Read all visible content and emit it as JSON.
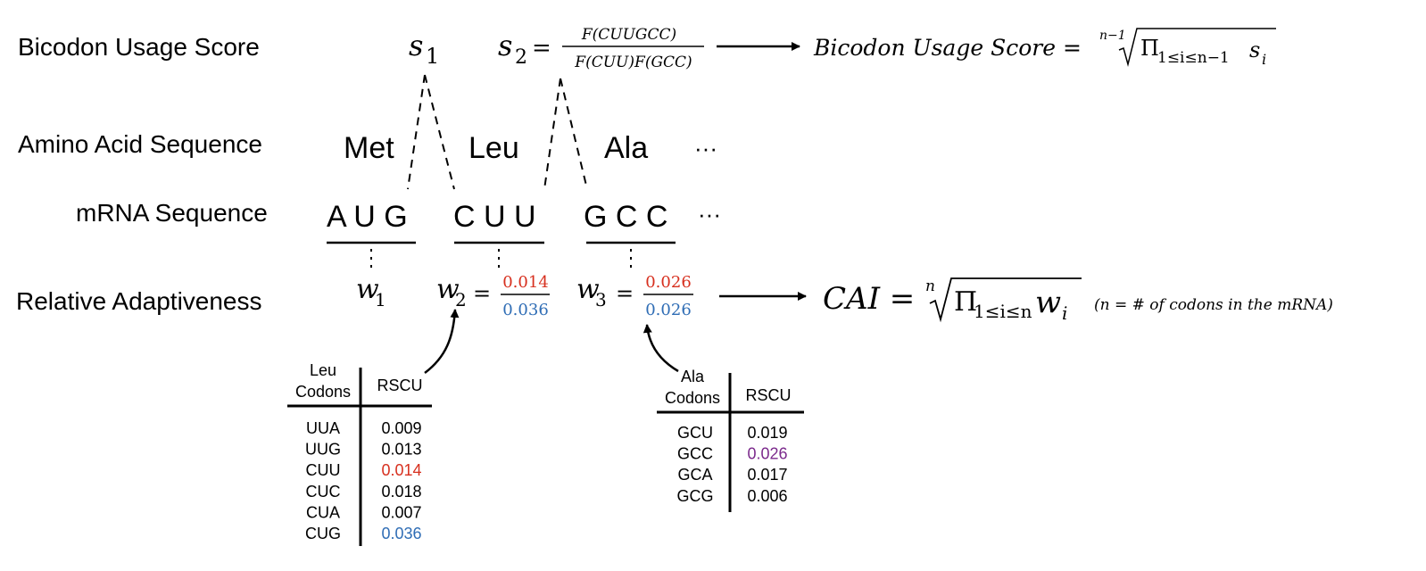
{
  "row_labels": {
    "bicodon": "Bicodon Usage Score",
    "amino": "Amino Acid Sequence",
    "mrna": "mRNA Sequence",
    "relative": "Relative Adaptiveness"
  },
  "bicodon": {
    "s1": {
      "base": "s",
      "sub": "1"
    },
    "s2": {
      "base": "s",
      "sub": "2",
      "eq": "="
    },
    "s2_numerator": "F(CUUGCC)",
    "s2_denominator": "F(CUU)F(GCC)",
    "formula": {
      "lhs": "Bicodon Usage Score =",
      "root_index": "n−1",
      "product": "Π",
      "product_sub": "1≤i≤n−1",
      "term": "s",
      "term_sub": "i"
    }
  },
  "amino_acids": [
    "Met",
    "Leu",
    "Ala"
  ],
  "amino_ellipsis": "···",
  "mrna_codons": [
    "A U G",
    "C U U",
    "G C C"
  ],
  "mrna_ellipsis": "···",
  "weights": {
    "w1": {
      "base": "w",
      "sub": "1"
    },
    "w2": {
      "base": "w",
      "sub": "2",
      "eq": "=",
      "numerator": "0.014",
      "denominator": "0.036"
    },
    "w3": {
      "base": "w",
      "sub": "3",
      "eq": "=",
      "numerator": "0.026",
      "denominator": "0.026"
    }
  },
  "cai": {
    "lhs": "CAI =",
    "root_index": "n",
    "product": "Π",
    "product_sub": "1≤i≤n",
    "term": "w",
    "term_sub": "i",
    "note": "(n = # of codons in the mRNA)"
  },
  "leu_table": {
    "header_col1_line1": "Leu",
    "header_col1_line2": "Codons",
    "header_col2": "RSCU",
    "rows": [
      {
        "codon": "UUA",
        "rscu": "0.009"
      },
      {
        "codon": "UUG",
        "rscu": "0.013"
      },
      {
        "codon": "CUU",
        "rscu": "0.014"
      },
      {
        "codon": "CUC",
        "rscu": "0.018"
      },
      {
        "codon": "CUA",
        "rscu": "0.007"
      },
      {
        "codon": "CUG",
        "rscu": "0.036"
      }
    ]
  },
  "ala_table": {
    "header_col1_line1": "Ala",
    "header_col1_line2": "Codons",
    "header_col2": "RSCU",
    "rows": [
      {
        "codon": "GCU",
        "rscu": "0.019"
      },
      {
        "codon": "GCC",
        "rscu": "0.026"
      },
      {
        "codon": "GCA",
        "rscu": "0.017"
      },
      {
        "codon": "GCG",
        "rscu": "0.006"
      }
    ]
  },
  "colors": {
    "text": "#000000",
    "red": "#d7301f",
    "blue": "#2f6db5",
    "purple": "#7b2a8c"
  }
}
